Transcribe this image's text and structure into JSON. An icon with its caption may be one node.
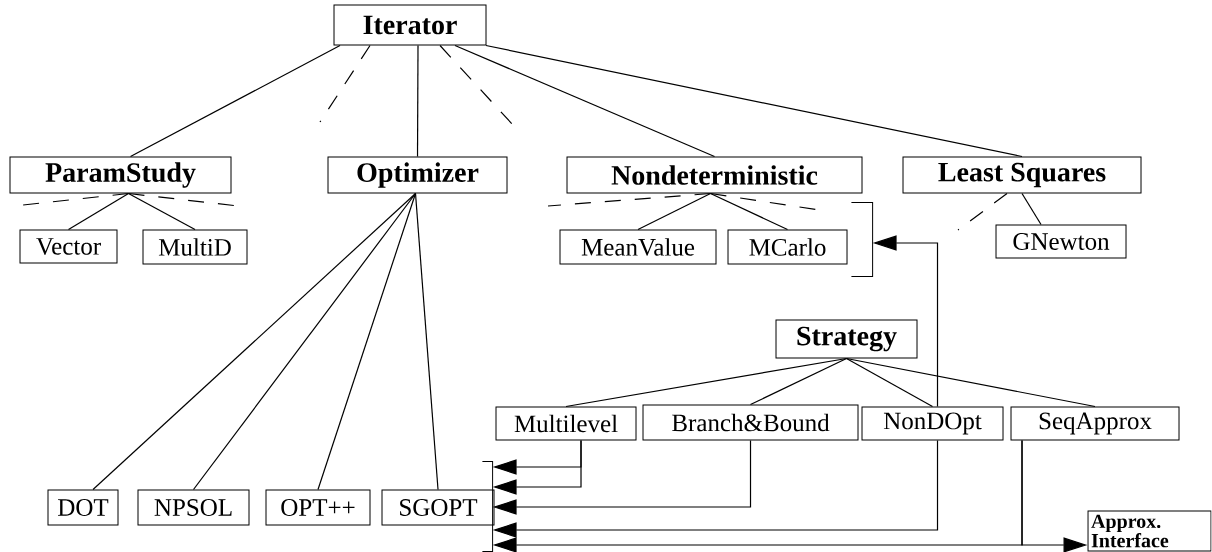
{
  "diagram": {
    "nodes": [
      {
        "text": [
          "Iterator"
        ]
      },
      {
        "text": [
          "ParamStudy"
        ]
      },
      {
        "text": [
          "Optimizer"
        ]
      },
      {
        "text": [
          "Nondeterministic"
        ]
      },
      {
        "text": [
          "Least Squares"
        ]
      },
      {
        "text": [
          "Vector"
        ]
      },
      {
        "text": [
          "MultiD"
        ]
      },
      {
        "text": [
          "MeanValue"
        ]
      },
      {
        "text": [
          "MCarlo"
        ]
      },
      {
        "text": [
          "GNewton"
        ]
      },
      {
        "text": [
          "Strategy"
        ]
      },
      {
        "text": [
          "Multilevel"
        ]
      },
      {
        "text": [
          "Branch&Bound"
        ]
      },
      {
        "text": [
          "NonDOpt"
        ]
      },
      {
        "text": [
          "SeqApprox"
        ]
      },
      {
        "text": [
          "DOT"
        ]
      },
      {
        "text": [
          "NPSOL"
        ]
      },
      {
        "text": [
          "OPT++"
        ]
      },
      {
        "text": [
          "SGOPT"
        ]
      },
      {
        "text": [
          "Approx. Interface"
        ]
      },
      {
        "text": [],
        "shape": "bracket"
      },
      {
        "text": [],
        "shape": "bracket"
      }
    ],
    "edges": [
      {
        "from": 0,
        "to": 1,
        "arrow": "none"
      },
      {
        "from": 0,
        "to": null,
        "arrow": "none",
        "style": "dashed"
      },
      {
        "from": 0,
        "to": 2,
        "arrow": "none"
      },
      {
        "from": 0,
        "to": null,
        "arrow": "none",
        "style": "dashed"
      },
      {
        "from": 0,
        "to": 3,
        "arrow": "none"
      },
      {
        "from": 0,
        "to": 4,
        "arrow": "none"
      },
      {
        "from": 1,
        "to": 5,
        "arrow": "none"
      },
      {
        "from": 1,
        "to": 6,
        "arrow": "none"
      },
      {
        "from": 1,
        "to": null,
        "arrow": "none",
        "style": "dashed"
      },
      {
        "from": 1,
        "to": null,
        "arrow": "none",
        "style": "dashed"
      },
      {
        "from": 2,
        "to": 15,
        "arrow": "none"
      },
      {
        "from": 2,
        "to": 16,
        "arrow": "none"
      },
      {
        "from": 2,
        "to": 17,
        "arrow": "none"
      },
      {
        "from": 2,
        "to": 18,
        "arrow": "none"
      },
      {
        "from": 3,
        "to": 7,
        "arrow": "none"
      },
      {
        "from": 3,
        "to": 8,
        "arrow": "none"
      },
      {
        "from": 3,
        "to": null,
        "arrow": "none",
        "style": "dashed"
      },
      {
        "from": 3,
        "to": null,
        "arrow": "none",
        "style": "dashed"
      },
      {
        "from": 4,
        "to": 9,
        "arrow": "none"
      },
      {
        "from": 4,
        "to": null,
        "arrow": "none",
        "style": "dashed"
      },
      {
        "from": 10,
        "to": 11,
        "arrow": "none"
      },
      {
        "from": 10,
        "to": 12,
        "arrow": "none"
      },
      {
        "from": 10,
        "to": 13,
        "arrow": "none"
      },
      {
        "from": 10,
        "to": 14,
        "arrow": "none"
      },
      {
        "from": 11,
        "to": 21,
        "arrow": "to"
      },
      {
        "from": 11,
        "to": 21,
        "arrow": "to"
      },
      {
        "from": 12,
        "to": 21,
        "arrow": "to"
      },
      {
        "from": 13,
        "to": 21,
        "arrow": "to"
      },
      {
        "from": 13,
        "to": 20,
        "arrow": "to"
      },
      {
        "from": 14,
        "to": 21,
        "arrow": "to"
      },
      {
        "from": 14,
        "to": 19,
        "arrow": "to"
      }
    ]
  }
}
